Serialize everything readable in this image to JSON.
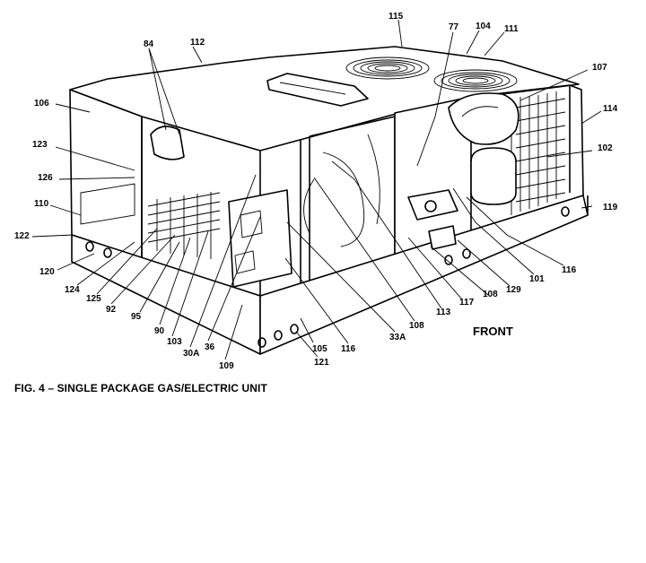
{
  "figure": {
    "caption": "FIG. 4 – SINGLE PACKAGE GAS/ELECTRIC UNIT",
    "front_label": "FRONT"
  },
  "callouts": [
    {
      "id": "84",
      "text": "84"
    },
    {
      "id": "112",
      "text": "112"
    },
    {
      "id": "115",
      "text": "115"
    },
    {
      "id": "77",
      "text": "77"
    },
    {
      "id": "104",
      "text": "104"
    },
    {
      "id": "111",
      "text": "111"
    },
    {
      "id": "107",
      "text": "107"
    },
    {
      "id": "106",
      "text": "106"
    },
    {
      "id": "114",
      "text": "114"
    },
    {
      "id": "123",
      "text": "123"
    },
    {
      "id": "102",
      "text": "102"
    },
    {
      "id": "126",
      "text": "126"
    },
    {
      "id": "110",
      "text": "110"
    },
    {
      "id": "119",
      "text": "119"
    },
    {
      "id": "122",
      "text": "122"
    },
    {
      "id": "116a",
      "text": "116"
    },
    {
      "id": "120",
      "text": "120"
    },
    {
      "id": "101",
      "text": "101"
    },
    {
      "id": "129",
      "text": "129"
    },
    {
      "id": "124",
      "text": "124"
    },
    {
      "id": "108a",
      "text": "108"
    },
    {
      "id": "117",
      "text": "117"
    },
    {
      "id": "125",
      "text": "125"
    },
    {
      "id": "113",
      "text": "113"
    },
    {
      "id": "92",
      "text": "92"
    },
    {
      "id": "108b",
      "text": "108"
    },
    {
      "id": "95",
      "text": "95"
    },
    {
      "id": "33A",
      "text": "33A"
    },
    {
      "id": "90",
      "text": "90"
    },
    {
      "id": "103",
      "text": "103"
    },
    {
      "id": "116b",
      "text": "116"
    },
    {
      "id": "30A",
      "text": "30A"
    },
    {
      "id": "36",
      "text": "36"
    },
    {
      "id": "105",
      "text": "105"
    },
    {
      "id": "121",
      "text": "121"
    },
    {
      "id": "109",
      "text": "109"
    }
  ]
}
